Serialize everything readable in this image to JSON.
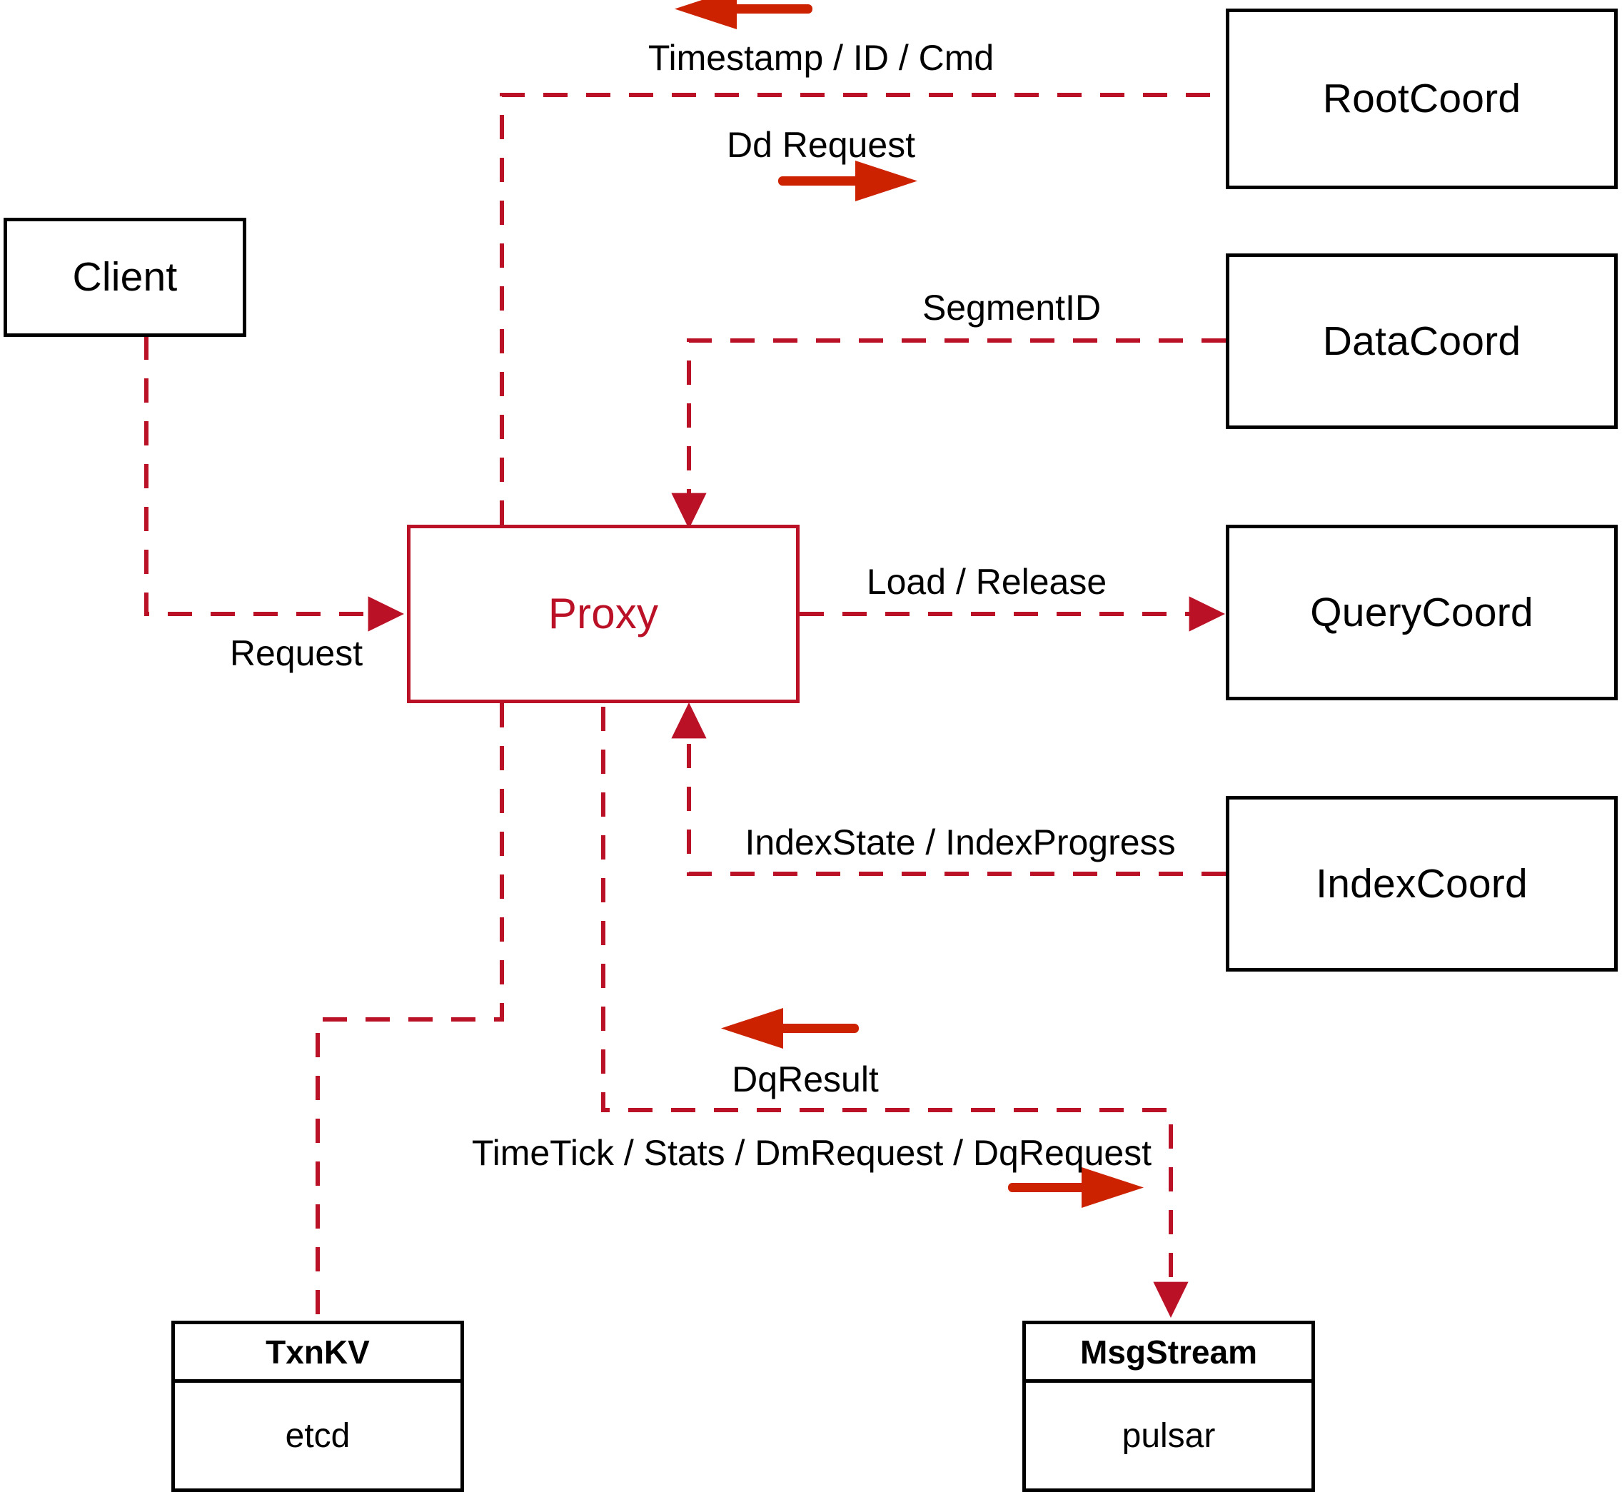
{
  "diagram": {
    "title": "Milvus Proxy interaction diagram",
    "accent_color": "#bb1127",
    "arrow_color": "#cc2200",
    "line_color": "#000000",
    "background": "#ffffff"
  },
  "nodes": {
    "client": {
      "label": "Client"
    },
    "proxy": {
      "label": "Proxy"
    },
    "root_coord": {
      "label": "RootCoord"
    },
    "data_coord": {
      "label": "DataCoord"
    },
    "query_coord": {
      "label": "QueryCoord"
    },
    "index_coord": {
      "label": "IndexCoord"
    },
    "txnkv": {
      "title": "TxnKV",
      "body": "etcd"
    },
    "msgstream": {
      "title": "MsgStream",
      "body": "pulsar"
    }
  },
  "edge_labels": {
    "timestamp_id_cmd": "Timestamp / ID / Cmd",
    "dd_request": "Dd Request",
    "segment_id": "SegmentID",
    "request": "Request",
    "load_release": "Load / Release",
    "index_state_progress": "IndexState / IndexProgress",
    "dq_result": "DqResult",
    "timetick_stats": "TimeTick / Stats / DmRequest / DqRequest"
  },
  "direction_arrows": [
    {
      "name": "timestamp-direction-arrow",
      "direction": "left"
    },
    {
      "name": "dd-request-direction-arrow",
      "direction": "right"
    },
    {
      "name": "dq-result-direction-arrow",
      "direction": "left"
    },
    {
      "name": "timetick-direction-arrow",
      "direction": "right"
    }
  ]
}
